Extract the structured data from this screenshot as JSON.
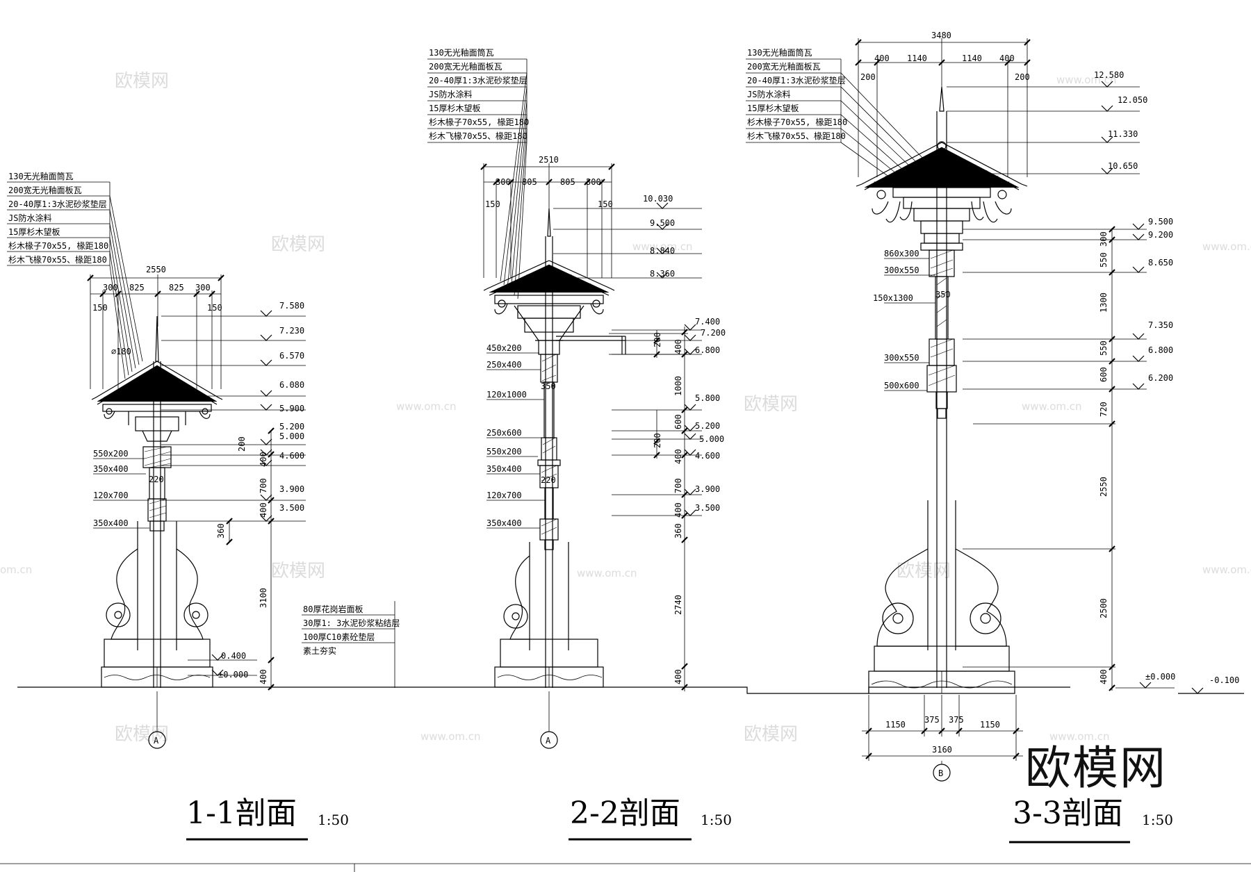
{
  "watermark": {
    "brand": "欧模网",
    "url": "www.om.cn",
    "url_edge": "om.cn"
  },
  "sections": [
    {
      "title": "1-1剖面",
      "scale": "1:50",
      "axis": "A",
      "layers": [
        "130无光釉面筒瓦",
        "200宽无光釉面板瓦",
        "20-40厚1:3水泥砂浆垫层",
        "JS防水涂料",
        "15厚杉木望板",
        "杉木椽子70x55, 椽距180",
        "杉木飞椽70x55、椽距180"
      ],
      "top_dims": {
        "total": "2550",
        "segments": [
          "300",
          "825",
          "825",
          "300"
        ],
        "edge": "150"
      },
      "elevations": [
        "7.580",
        "7.230",
        "6.570",
        "6.080",
        "5.900",
        "5.200",
        "5.000",
        "4.600",
        "3.900",
        "3.500",
        "0.400",
        "±0.000"
      ],
      "vert_dims": [
        "200",
        "400",
        "700",
        "400",
        "360",
        "3100",
        "400"
      ],
      "members": [
        "550x200",
        "350x400",
        "120x700",
        "350x400"
      ],
      "post_width": "220",
      "radius": "∅180",
      "ground_layers": [
        "80厚花岗岩面板",
        "30厚1: 3水泥砂浆粘结层",
        "100厚C10素砼垫层",
        "素土夯实"
      ]
    },
    {
      "title": "2-2剖面",
      "scale": "1:50",
      "axis": "A",
      "layers": [
        "130无光釉面筒瓦",
        "200宽无光釉面板瓦",
        "20-40厚1:3水泥砂浆垫层",
        "JS防水涂料",
        "15厚杉木望板",
        "杉木椽子70x55, 椽距180",
        "杉木飞椽70x55、椽距180"
      ],
      "top_dims": {
        "total": "2510",
        "segments": [
          "300",
          "805",
          "805",
          "300"
        ],
        "edge": "150"
      },
      "elevations": [
        "10.030",
        "9.500",
        "8.840",
        "8.360",
        "7.400",
        "7.200",
        "6.800",
        "5.800",
        "5.200",
        "5.000",
        "4.600",
        "3.900",
        "3.500"
      ],
      "vert_dims": [
        "200",
        "400",
        "1000",
        "600",
        "200",
        "400",
        "700",
        "400",
        "360",
        "2740",
        "400"
      ],
      "members": [
        "450x200",
        "250x400",
        "120x1000",
        "250x600",
        "550x200",
        "350x400",
        "120x700",
        "350x400"
      ],
      "post_width_top": "350",
      "post_width": "220"
    },
    {
      "title": "3-3剖面",
      "scale": "1:50",
      "axis": "B",
      "layers": [
        "130无光釉面筒瓦",
        "200宽无光釉面板瓦",
        "20-40厚1:3水泥砂浆垫层",
        "JS防水涂料",
        "15厚杉木望板",
        "杉木椽子70x55, 椽距180",
        "杉木飞椽70x55、椽距180"
      ],
      "top_dims": {
        "total": "3480",
        "segments": [
          "400",
          "1140",
          "1140",
          "400"
        ],
        "edge": "200"
      },
      "elevations": [
        "12.580",
        "12.050",
        "11.330",
        "10.650",
        "9.500",
        "9.200",
        "8.650",
        "7.350",
        "6.800",
        "6.200",
        "±0.000",
        "-0.100"
      ],
      "vert_dims": [
        "300",
        "550",
        "1300",
        "550",
        "600",
        "720",
        "2550",
        "2500",
        "400"
      ],
      "members": [
        "860x300",
        "300x550",
        "150x1300",
        "300x550",
        "500x600"
      ],
      "post_width": "350",
      "bottom_dims": {
        "total": "3160",
        "segments": [
          "1150",
          "375",
          "375",
          "1150"
        ]
      }
    }
  ]
}
